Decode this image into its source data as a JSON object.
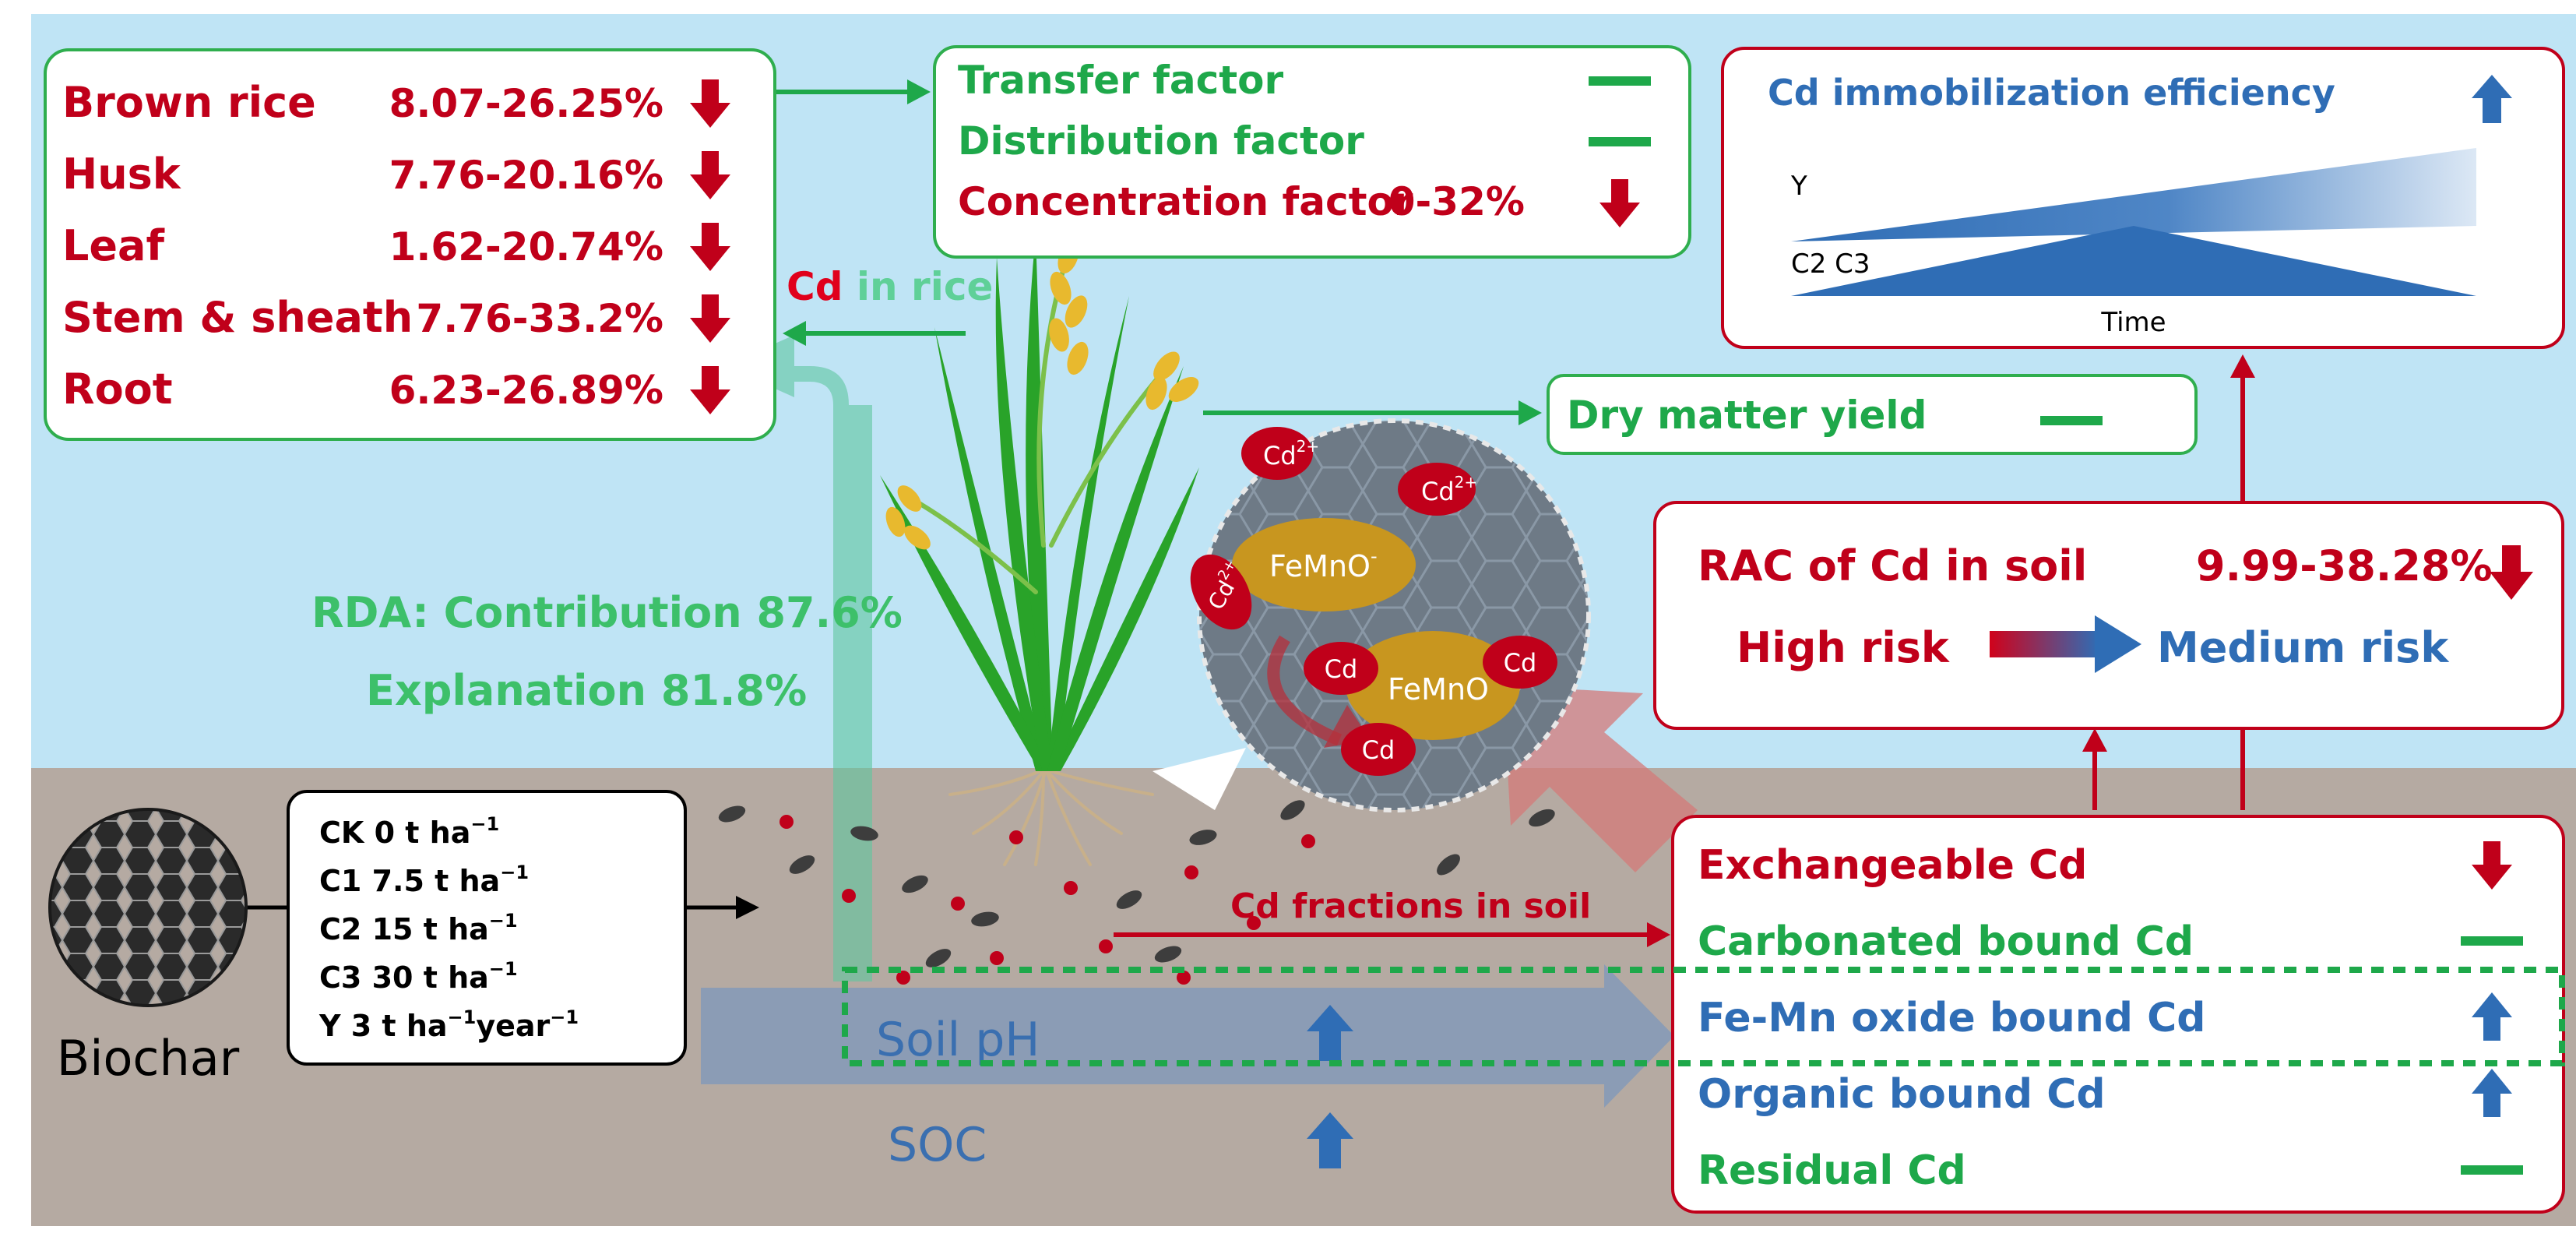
{
  "colors": {
    "red": "#c0001a",
    "green": "#1ea84a",
    "blue": "#2f6db5",
    "sky": "#bfe4f5",
    "soil": "#b5aaa2",
    "box_red_border": "#c0001a",
    "box_green_border": "#2fae4e"
  },
  "rice_parts": [
    {
      "name": "Brown rice",
      "range": "8.07-26.25%",
      "trend": "down"
    },
    {
      "name": "Husk",
      "range": "7.76-20.16%",
      "trend": "down"
    },
    {
      "name": "Leaf",
      "range": "1.62-20.74%",
      "trend": "down"
    },
    {
      "name": "Stem & sheath",
      "range": "7.76-33.2%",
      "trend": "down"
    },
    {
      "name": "Root",
      "range": "6.23-26.89%",
      "trend": "down"
    }
  ],
  "factors": [
    {
      "name": "Transfer factor",
      "value": "",
      "trend": "flat",
      "color": "green"
    },
    {
      "name": "Distribution factor",
      "value": "",
      "trend": "flat",
      "color": "green"
    },
    {
      "name": "Concentration factor",
      "value": "0-32%",
      "trend": "down",
      "color": "red"
    }
  ],
  "immobilization": {
    "title": "Cd immobilization efficiency",
    "trend": "up",
    "series_y": "Y",
    "series_c": "C2 C3",
    "time_label": "Time"
  },
  "dry_matter": {
    "label": "Dry matter yield",
    "trend": "flat"
  },
  "rac": {
    "title": "RAC of Cd in soil",
    "range": "9.99-38.28%",
    "trend": "down",
    "from": "High risk",
    "to": "Medium risk"
  },
  "cd_in_rice": {
    "cd": "Cd",
    "rest": " in rice"
  },
  "rda": {
    "line1": "RDA: Contribution 87.6%",
    "line2": "Explanation   81.8%"
  },
  "particle": {
    "ions": [
      "Cd",
      "Cd",
      "Cd"
    ],
    "ion_charge": "2+",
    "femno_neg": "FeMnO",
    "neg_charge": "-",
    "bound": [
      "Cd",
      "Cd",
      "Cd"
    ],
    "femno": "FeMnO"
  },
  "biochar": {
    "label": "Biochar",
    "treatments": [
      {
        "code": "CK",
        "dose": "0",
        "unit": "t ha",
        "exp": "−1",
        "extra": "",
        "extra_exp": ""
      },
      {
        "code": "C1",
        "dose": "7.5",
        "unit": "t ha",
        "exp": "−1",
        "extra": "",
        "extra_exp": ""
      },
      {
        "code": "C2",
        "dose": "15",
        "unit": "t ha",
        "exp": "−1",
        "extra": "",
        "extra_exp": ""
      },
      {
        "code": "C3",
        "dose": "30",
        "unit": "t ha",
        "exp": "−1",
        "extra": "",
        "extra_exp": ""
      },
      {
        "code": "Y",
        "dose": "3",
        "unit": "t ha",
        "exp": "−1",
        "extra": "year",
        "extra_exp": "−1"
      }
    ]
  },
  "cd_fractions_label": "Cd fractions  in soil",
  "soil_ph": {
    "label": "Soil pH",
    "trend": "up"
  },
  "soc": {
    "label": "SOC",
    "trend": "up"
  },
  "fractions": [
    {
      "name": "Exchangeable Cd",
      "color": "red",
      "trend": "down"
    },
    {
      "name": "Carbonated bound Cd",
      "color": "green",
      "trend": "flat"
    },
    {
      "name": "Fe-Mn oxide bound Cd",
      "color": "blue",
      "trend": "up"
    },
    {
      "name": "Organic bound Cd",
      "color": "blue",
      "trend": "up"
    },
    {
      "name": "Residual Cd",
      "color": "green",
      "trend": "flat"
    }
  ]
}
